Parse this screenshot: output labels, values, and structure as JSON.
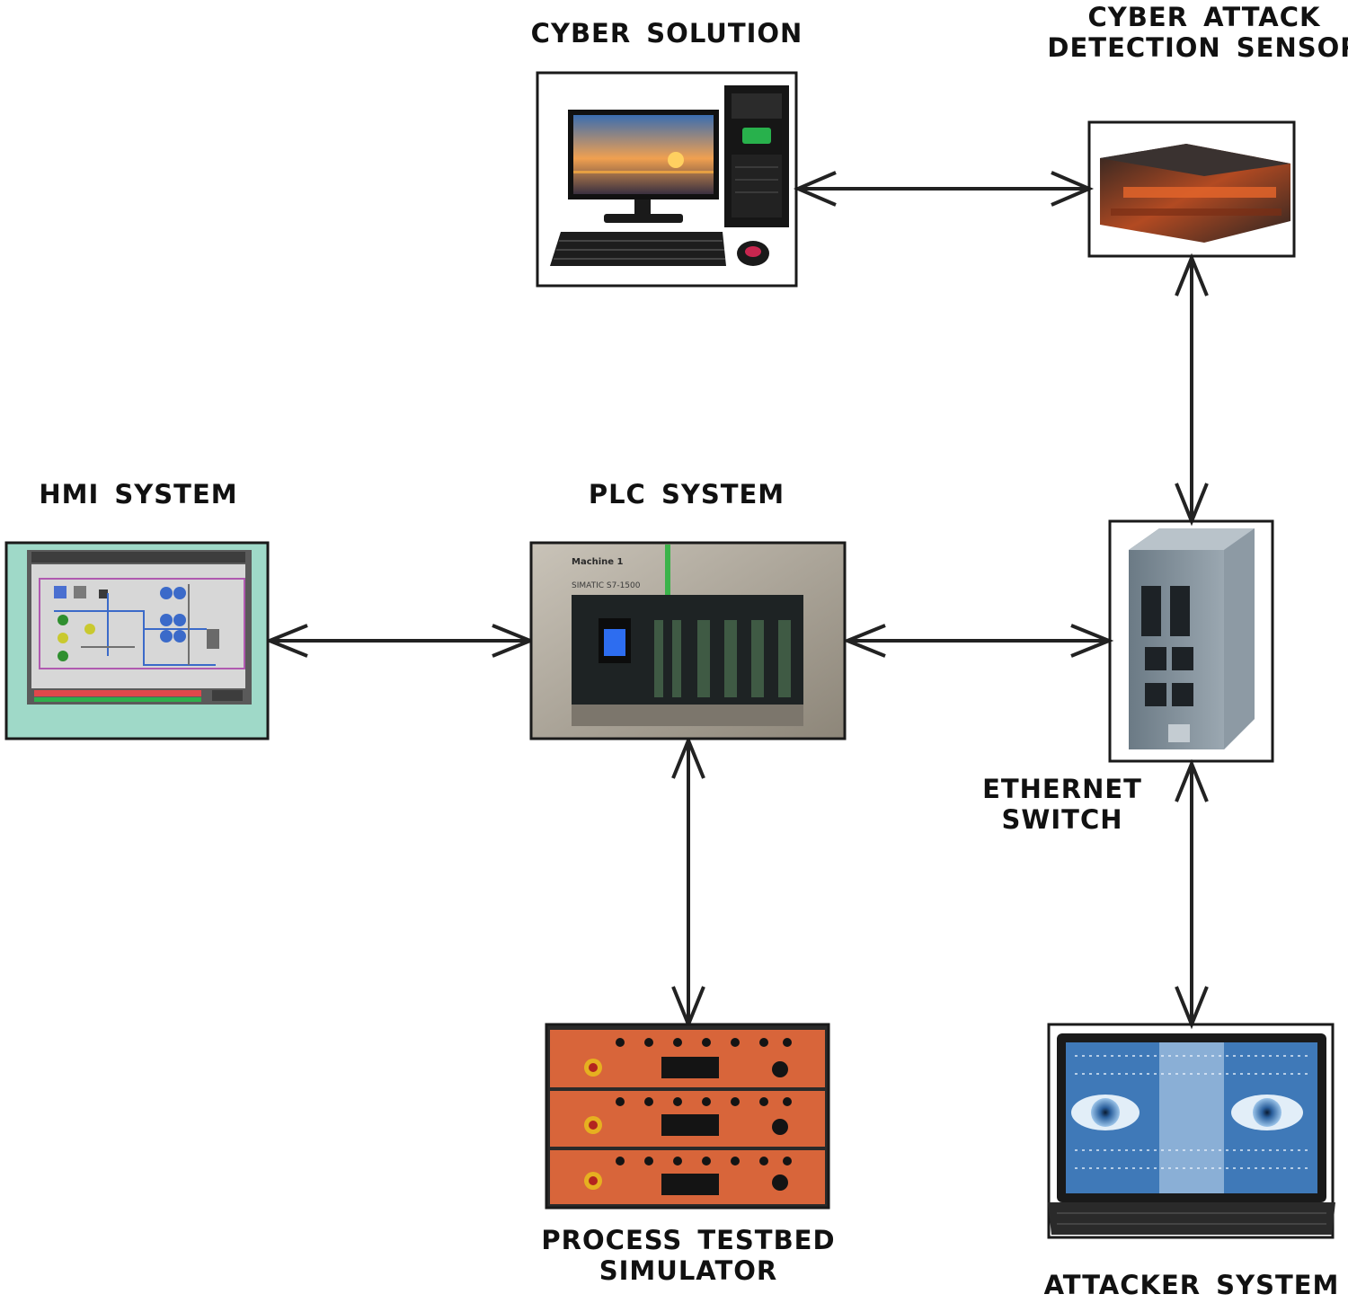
{
  "nodes": {
    "cyber_solution": {
      "label": "CYBER SOLUTION"
    },
    "detection_sensor": {
      "label_line1": "CYBER ATTACK",
      "label_line2": "DETECTION SENSOR"
    },
    "hmi": {
      "label": "HMI SYSTEM"
    },
    "plc": {
      "label": "PLC SYSTEM",
      "screen_line1": "Machine 1",
      "screen_line2": "SIMATIC S7-1500"
    },
    "switch": {
      "label_line1": "ETHERNET",
      "label_line2": "SWITCH"
    },
    "testbed": {
      "label_line1": "PROCESS TESTBED",
      "label_line2": "SIMULATOR"
    },
    "attacker": {
      "label": "ATTACKER SYSTEM"
    }
  },
  "connections": [
    {
      "from": "cyber_solution",
      "to": "detection_sensor",
      "direction": "bidirectional"
    },
    {
      "from": "detection_sensor",
      "to": "switch",
      "direction": "bidirectional"
    },
    {
      "from": "hmi",
      "to": "plc",
      "direction": "bidirectional"
    },
    {
      "from": "plc",
      "to": "switch",
      "direction": "bidirectional"
    },
    {
      "from": "plc",
      "to": "testbed",
      "direction": "bidirectional"
    },
    {
      "from": "switch",
      "to": "attacker",
      "direction": "bidirectional"
    }
  ],
  "colors": {
    "line": "#222222",
    "hmi_background": "#9fd9c8",
    "testbed_panel": "#d8653a",
    "attacker_screen": "#3f79b8"
  }
}
